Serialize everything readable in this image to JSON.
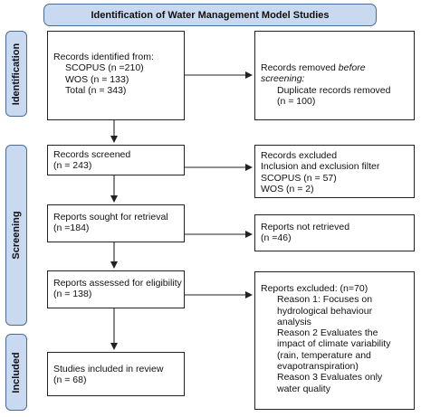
{
  "header": {
    "title": "Identification of Water Management Model Studies"
  },
  "phases": {
    "identification": "Identification",
    "screening": "Screening",
    "included": "Included"
  },
  "identified": {
    "title": "Records identified from:",
    "scopus": "SCOPUS (n =210)",
    "wos": "WOS (n = 133)",
    "total": "Total (n = 343)"
  },
  "removed": {
    "line1_prefix": "Records removed ",
    "line1_italic": "before",
    "line2": "screening:",
    "line3": "Duplicate records removed",
    "line4": "(n = 100)"
  },
  "screened": {
    "title": "Records screened",
    "count": "(n = 243)"
  },
  "excluded": {
    "title": "Records excluded",
    "line2": "Inclusion and exclusion filter",
    "scopus": "SCOPUS (n = 57)",
    "wos": "WOS (n = 2)"
  },
  "sought": {
    "title": "Reports sought for retrieval",
    "count": "(n =184)"
  },
  "not_retrieved": {
    "title": "Reports not retrieved",
    "count": "(n =46)"
  },
  "assessed": {
    "title": "Reports assessed for eligibility",
    "count": "(n = 138)"
  },
  "reports_excluded": {
    "title": "Reports excluded: (n=70)",
    "lines": [
      "Reason 1: Focuses on",
      "hydrological behaviour",
      "analysis",
      "Reason 2 Evaluates the",
      "impact of climate variability",
      "(rain, temperature and",
      "evapotranspiration)",
      "Reason 3 Evaluates only",
      "water quality"
    ]
  },
  "included_box": {
    "title": "Studies included in review",
    "count": "(n = 68)"
  }
}
